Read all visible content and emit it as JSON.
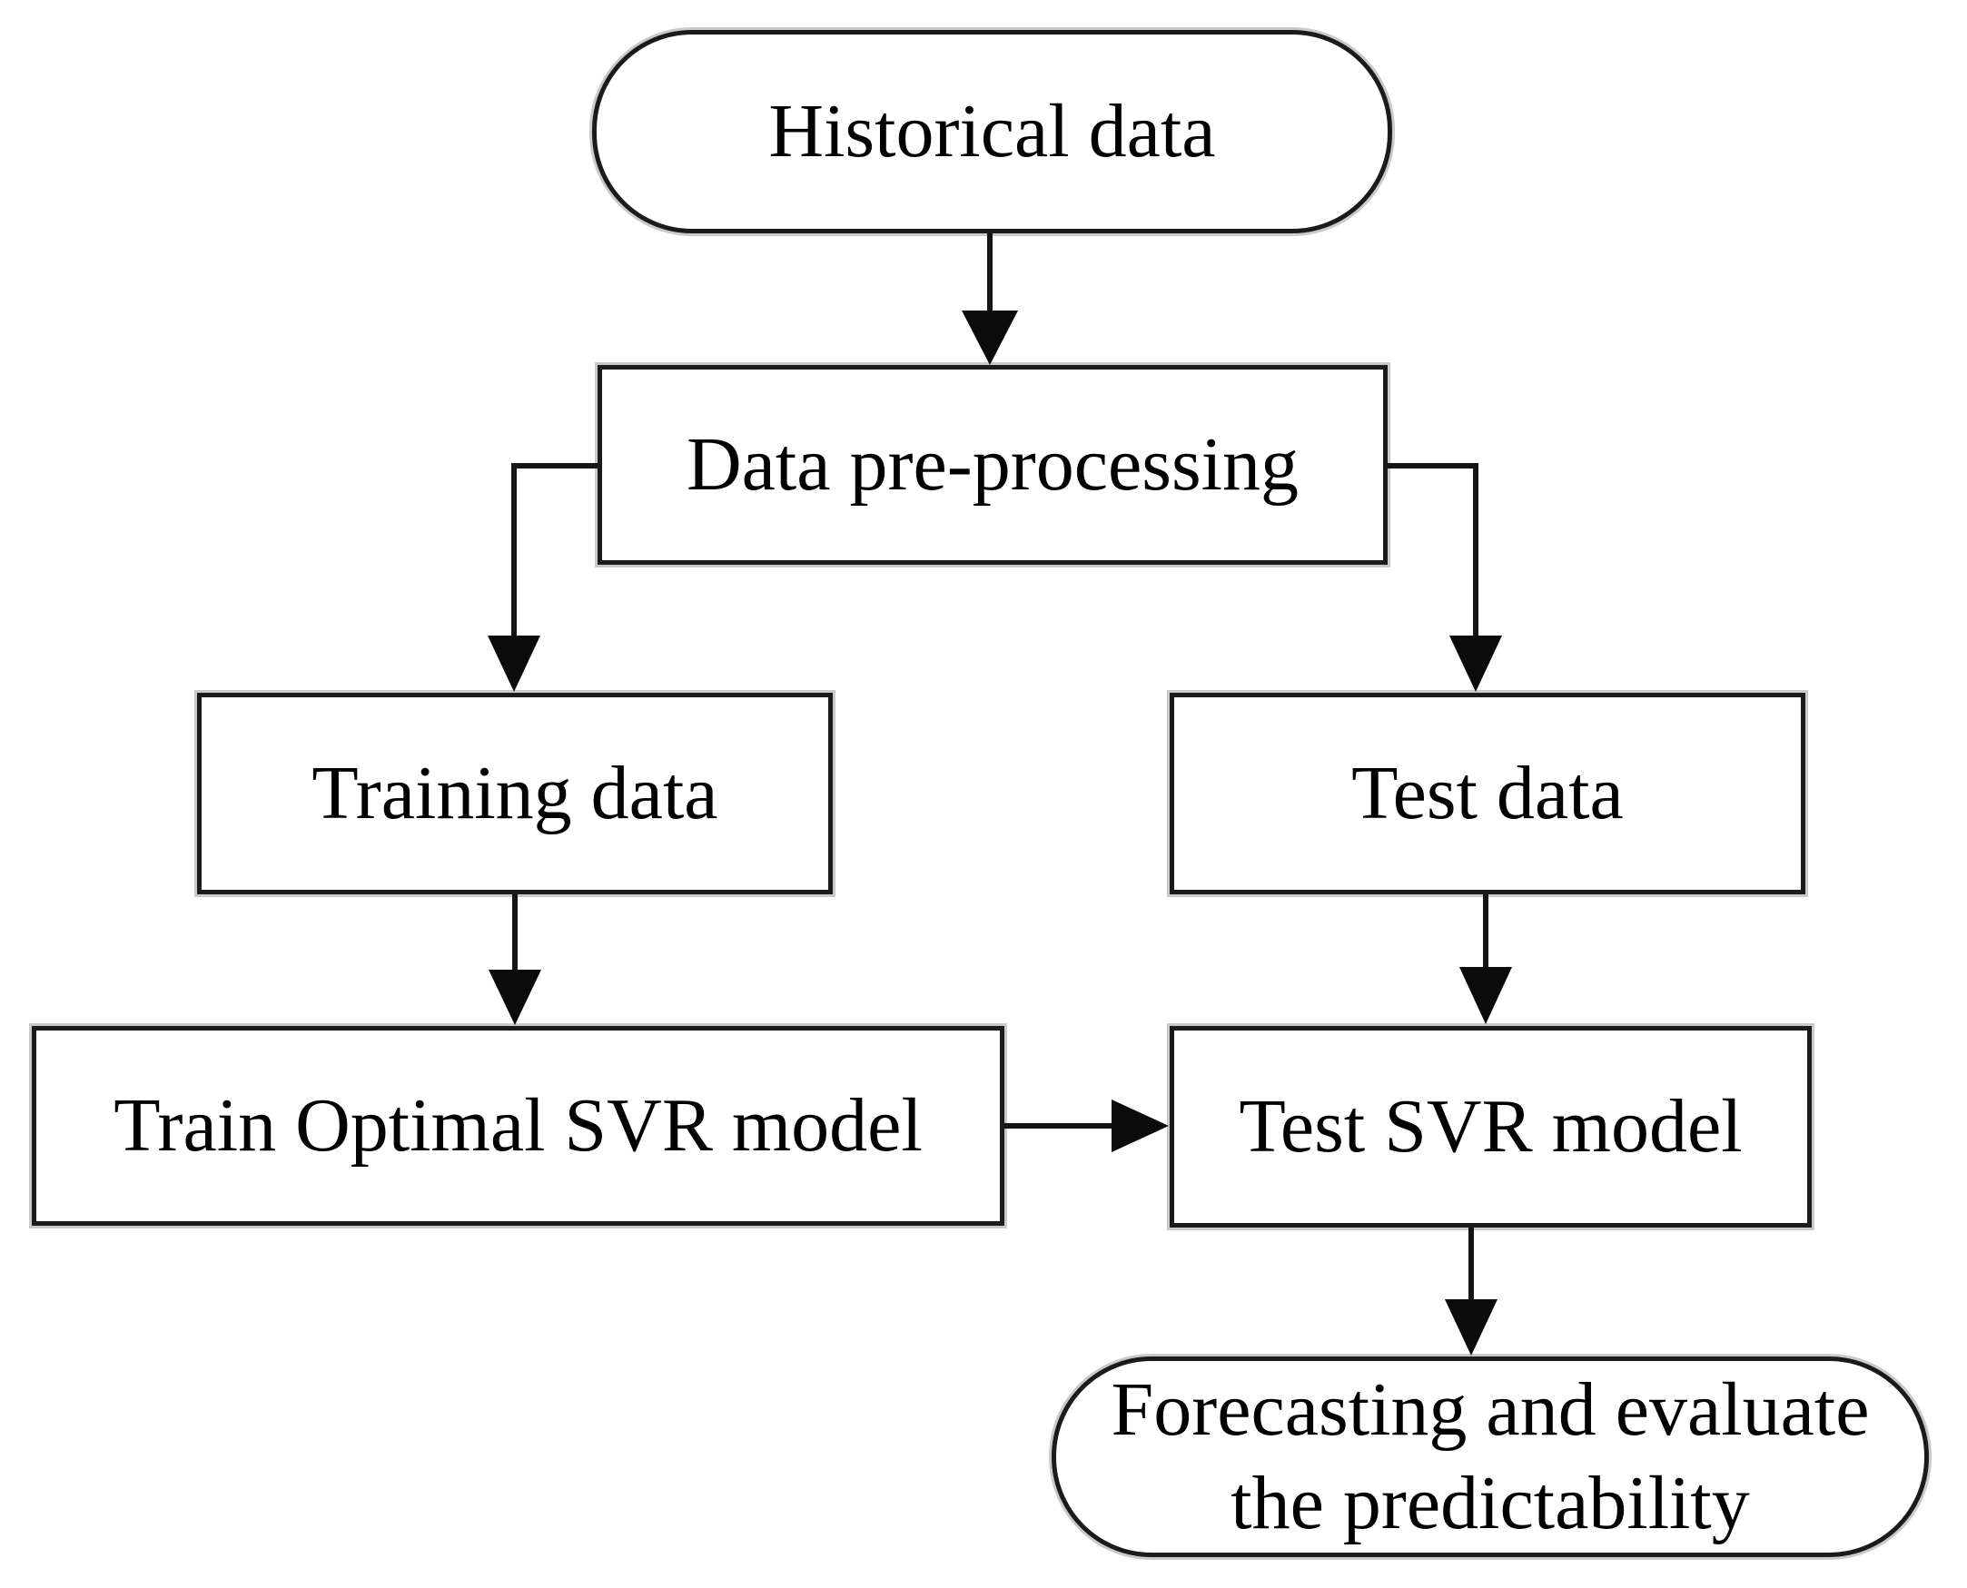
{
  "diagram": {
    "type": "flowchart",
    "nodes": {
      "historical": {
        "label": "Historical data",
        "shape": "rounded"
      },
      "preprocessing": {
        "label": "Data pre-processing",
        "shape": "rect"
      },
      "training": {
        "label": "Training data",
        "shape": "rect"
      },
      "testdata": {
        "label": "Test data",
        "shape": "rect"
      },
      "trainsvr": {
        "label": "Train Optimal SVR model",
        "shape": "rect"
      },
      "testsvr": {
        "label": "Test SVR model",
        "shape": "rect"
      },
      "forecasting": {
        "label": "Forecasting and evaluate the predictability",
        "shape": "rounded"
      }
    },
    "edges": [
      {
        "from": "historical",
        "to": "preprocessing",
        "direction": "down"
      },
      {
        "from": "preprocessing",
        "to": "training",
        "direction": "left-down"
      },
      {
        "from": "preprocessing",
        "to": "testdata",
        "direction": "right-down"
      },
      {
        "from": "training",
        "to": "trainsvr",
        "direction": "down"
      },
      {
        "from": "testdata",
        "to": "testsvr",
        "direction": "down"
      },
      {
        "from": "trainsvr",
        "to": "testsvr",
        "direction": "right"
      },
      {
        "from": "testsvr",
        "to": "forecasting",
        "direction": "down"
      }
    ],
    "colors": {
      "line": "#151515",
      "box_border": "#1b1b1b",
      "box_fill": "#ffffff",
      "text": "#000000",
      "background": "#ffffff"
    }
  }
}
